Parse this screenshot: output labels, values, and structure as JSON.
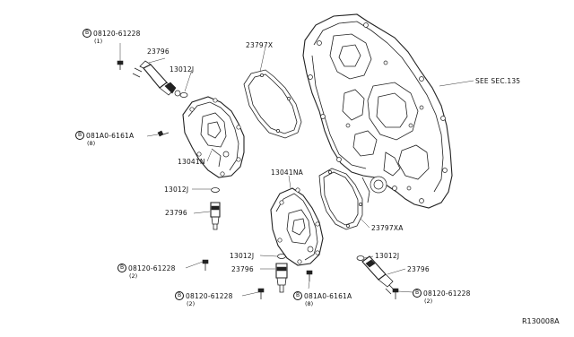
{
  "labels": {
    "bolt_top": {
      "circle": "B",
      "part": "08120-61228",
      "qty": "(1)"
    },
    "sol_top": "23796",
    "gasket_top": "23797X",
    "oring_top": "13012J",
    "bolt_left": {
      "circle": "B",
      "part": "081A0-6161A",
      "qty": "(8)"
    },
    "cover_left": "13041N",
    "oring_mid": "13012J",
    "sol_mid": "23796",
    "bolt_mid": {
      "circle": "B",
      "part": "08120-61228",
      "qty": "(2)"
    },
    "see_sec": "SEE SEC.135",
    "cover_right": "13041NA",
    "gasket_right": "23797XA",
    "oring_lower_left": "13012J",
    "sol_lower_left": "23796",
    "oring_lower_right": "13012J",
    "sol_lower_right": "23796",
    "bolt_bottom_left": {
      "circle": "B",
      "part": "08120-61228",
      "qty": "(2)"
    },
    "bolt_bottom_mid": {
      "circle": "B",
      "part": "081A0-6161A",
      "qty": "(8)"
    },
    "bolt_bottom_right": {
      "circle": "B",
      "part": "08120-61228",
      "qty": "(2)"
    }
  },
  "reference": "R130008A"
}
